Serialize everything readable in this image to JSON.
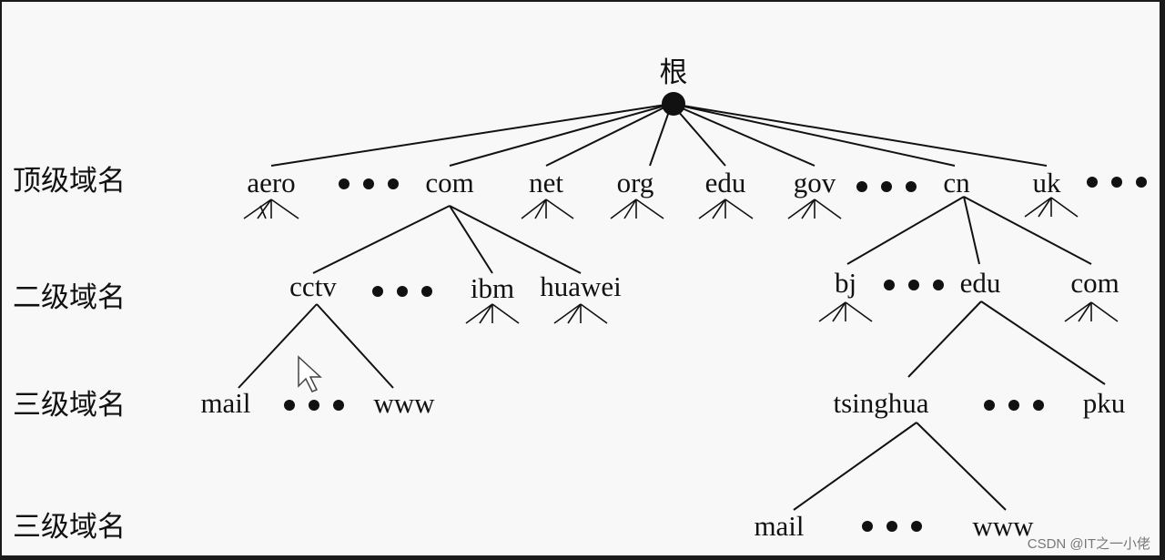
{
  "root_label": "根",
  "levels": {
    "top": "顶级域名",
    "second": "二级域名",
    "third": "三级域名",
    "fourth": "三级域名"
  },
  "tld": [
    "aero",
    "com",
    "net",
    "org",
    "edu",
    "gov",
    "cn",
    "uk"
  ],
  "com_children": [
    "cctv",
    "ibm",
    "huawei"
  ],
  "cn_children": [
    "bj",
    "edu",
    "com"
  ],
  "cctv_children": [
    "mail",
    "www"
  ],
  "edu_children": [
    "tsinghua",
    "pku"
  ],
  "tsinghua_children": [
    "mail",
    "www"
  ],
  "ellipsis": "• • •",
  "watermark": "CSDN @IT之一小佬",
  "colors": {
    "ink": "#111111",
    "background": "#f8f8f8",
    "border": "#1a1a1a"
  }
}
